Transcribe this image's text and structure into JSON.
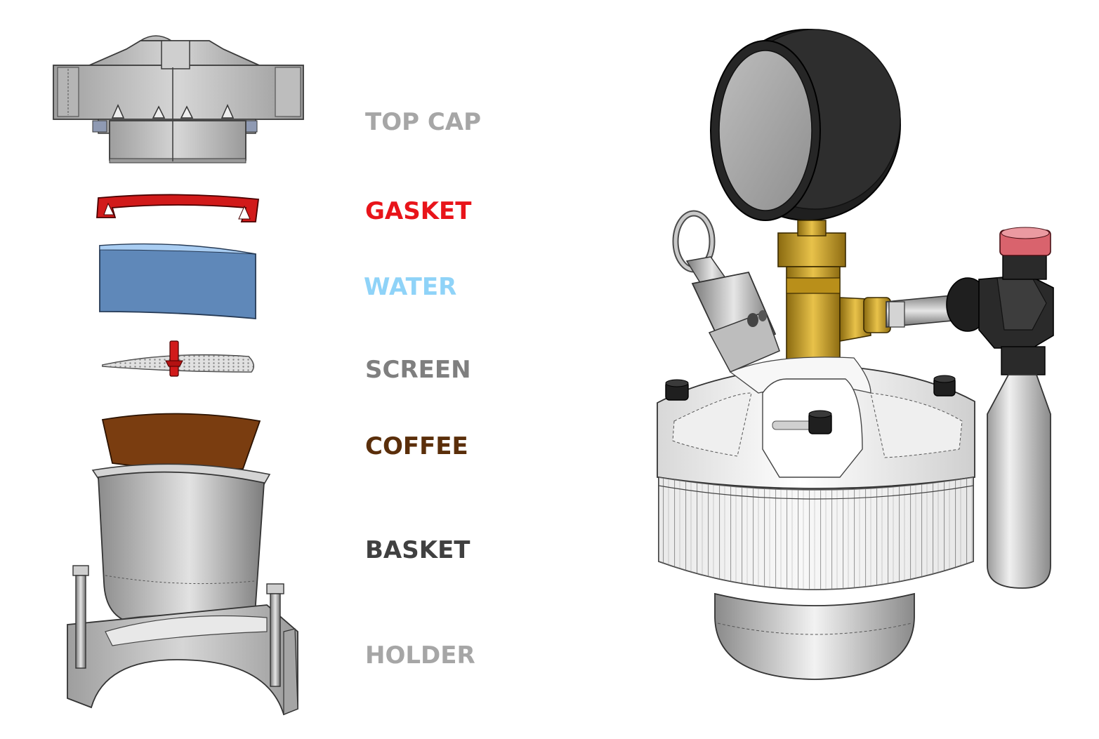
{
  "labels": [
    {
      "id": "top-cap",
      "text": "TOP CAP",
      "color": "#a6a6a6"
    },
    {
      "id": "gasket",
      "text": "GASKET",
      "color": "#e8141a"
    },
    {
      "id": "water",
      "text": "WATER",
      "color": "#8fd3f8"
    },
    {
      "id": "screen",
      "text": "SCREEN",
      "color": "#7f7f7f"
    },
    {
      "id": "coffee",
      "text": "COFFEE",
      "color": "#5a2e0a"
    },
    {
      "id": "basket",
      "text": "BASKET",
      "color": "#404040"
    },
    {
      "id": "holder",
      "text": "HOLDER",
      "color": "#a6a6a6"
    }
  ],
  "colors": {
    "part_gray": "#c4c4c4",
    "gasket_red": "#d11a1a",
    "water_blue": "#5f88b9",
    "coffee_brown": "#7a3d10",
    "brass": "#c9a12a",
    "gauge_black": "#2a2a2a"
  }
}
